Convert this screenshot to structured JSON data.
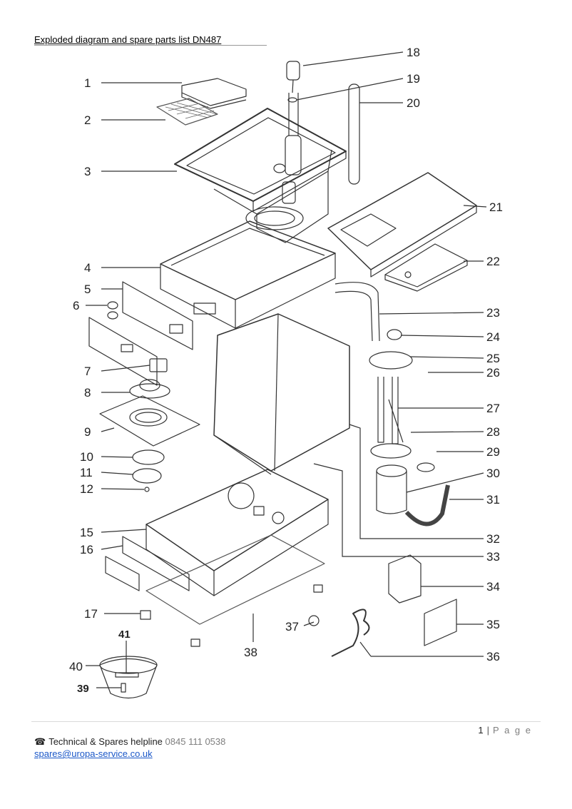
{
  "document": {
    "title": "Exploded diagram and spare parts list  DN487"
  },
  "diagram": {
    "callouts": [
      "1",
      "2",
      "3",
      "4",
      "5",
      "6",
      "7",
      "8",
      "9",
      "10",
      "11",
      "12",
      "15",
      "16",
      "17",
      "18",
      "19",
      "20",
      "21",
      "22",
      "23",
      "24",
      "25",
      "26",
      "27",
      "28",
      "29",
      "30",
      "31",
      "32",
      "33",
      "34",
      "35",
      "36",
      "37",
      "38",
      "39",
      "40",
      "41"
    ]
  },
  "footer": {
    "page_number": "1",
    "separator": "|",
    "page_word": "P a g e",
    "phone_icon": "telephone-icon",
    "helpline_label": "Technical & Spares helpline",
    "helpline_number": "0845 111 0538",
    "email": "spares@uropa-service.co.uk"
  }
}
